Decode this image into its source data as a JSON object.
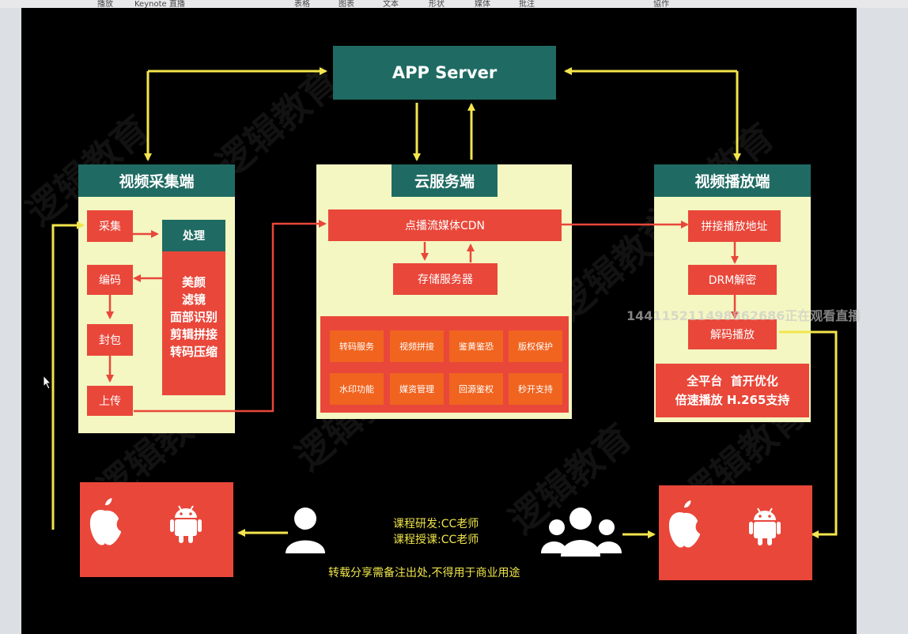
{
  "top_menu": [
    "播放",
    "Keynote 直播",
    "表格",
    "图表",
    "文本",
    "形状",
    "媒体",
    "批注",
    "協作"
  ],
  "app_server": "APP Server",
  "capture": {
    "title": "视频采集端",
    "steps": [
      "采集",
      "编码",
      "封包",
      "上传"
    ],
    "process_title": "处理",
    "process_items": [
      "美颜",
      "滤镜",
      "面部识别",
      "剪辑拼接",
      "转码压缩"
    ]
  },
  "cloud": {
    "title": "云服务端",
    "cdn": "点播流媒体CDN",
    "storage": "存储服务器",
    "services": [
      "转码服务",
      "视频拼接",
      "鉴黄鉴恐",
      "版权保护",
      "水印功能",
      "媒资管理",
      "回源鉴权",
      "秒开支持"
    ]
  },
  "player": {
    "title": "视频播放端",
    "steps": [
      "拼接播放地址",
      "DRM解密",
      "解码播放"
    ],
    "features_line1": "全平台  首开优化",
    "features_line2": "倍速播放 H.265支持"
  },
  "notes": {
    "line1": "课程研发:CC老师",
    "line2": "课程授课:CC老师",
    "line3": "转载分享需备注出处,不得用于商业用途"
  },
  "overlay_text": "144115211498862686正在观看直播",
  "watermark": "逻辑教育",
  "colors": {
    "background": "#000000",
    "teal": "#1f6b63",
    "red": "#e9473a",
    "orange": "#f0641f",
    "panel": "#f4f7c2",
    "arrow": "#f3e54d"
  },
  "icons": [
    "apple-icon",
    "android-icon",
    "user-icon",
    "users-icon"
  ]
}
